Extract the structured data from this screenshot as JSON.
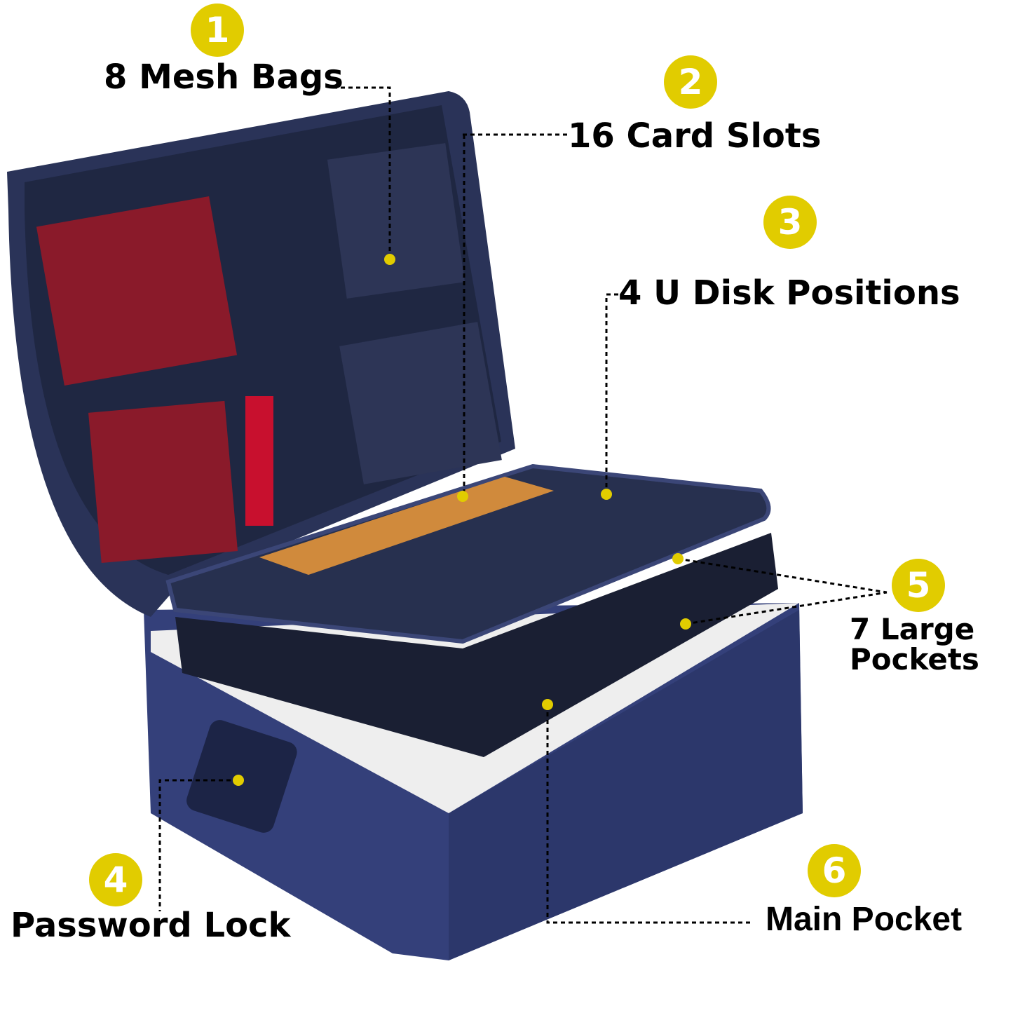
{
  "features": [
    {
      "number": "1",
      "label": "8 Mesh Bags"
    },
    {
      "number": "2",
      "label": "16 Card Slots"
    },
    {
      "number": "3",
      "label": "4 U Disk Positions"
    },
    {
      "number": "4",
      "label": "Password Lock"
    },
    {
      "number": "5",
      "label_line1": "7 Large",
      "label_line2": "Pockets"
    },
    {
      "number": "6",
      "label": "Main Pocket"
    }
  ],
  "colors": {
    "badge": "#e1cc00",
    "case": "#2f3a6e",
    "interior": "#1f2742",
    "passport": "#8a1a2a"
  }
}
